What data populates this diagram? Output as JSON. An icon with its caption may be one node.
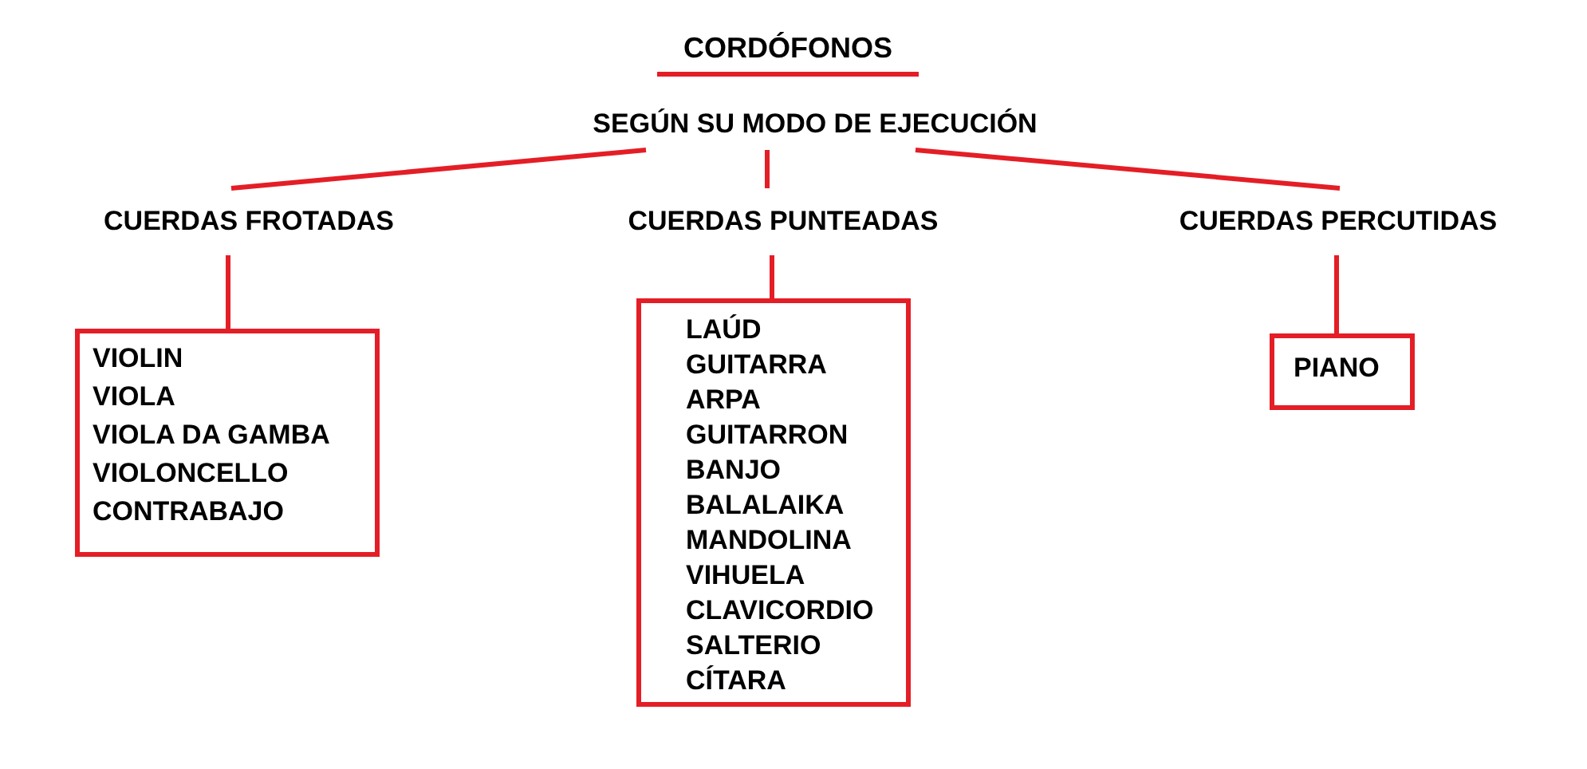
{
  "diagram": {
    "title": "CORDÓFONOS",
    "nodes": [
      {
        "text": [
          "SEGÚN SU MODO DE EJECUCIÓN"
        ]
      },
      {
        "text": [
          "CUERDAS FROTADAS"
        ]
      },
      {
        "text": [
          "CUERDAS PUNTEADAS"
        ]
      },
      {
        "text": [
          "CUERDAS PERCUTIDAS"
        ]
      },
      {
        "text": [
          "VIOLIN",
          "VIOLA",
          "VIOLA DA GAMBA",
          "VIOLONCELLO",
          "CONTRABAJO"
        ]
      },
      {
        "text": [
          "LAÚD",
          "GUITARRA",
          "ARPA",
          "GUITARRON",
          "BANJO",
          "BALALAIKA",
          "MANDOLINA",
          "VIHUELA",
          "CLAVICORDIO",
          "SALTERIO",
          "CÍTARA"
        ]
      },
      {
        "text": [
          "PIANO"
        ]
      }
    ],
    "edges": [
      {
        "from": 0,
        "to": 1,
        "arrow": "none"
      },
      {
        "from": 0,
        "to": 2,
        "arrow": "none"
      },
      {
        "from": 0,
        "to": 3,
        "arrow": "none"
      },
      {
        "from": 1,
        "to": 4,
        "arrow": "none"
      },
      {
        "from": 2,
        "to": 5,
        "arrow": "none"
      },
      {
        "from": 3,
        "to": 6,
        "arrow": "none"
      }
    ]
  }
}
